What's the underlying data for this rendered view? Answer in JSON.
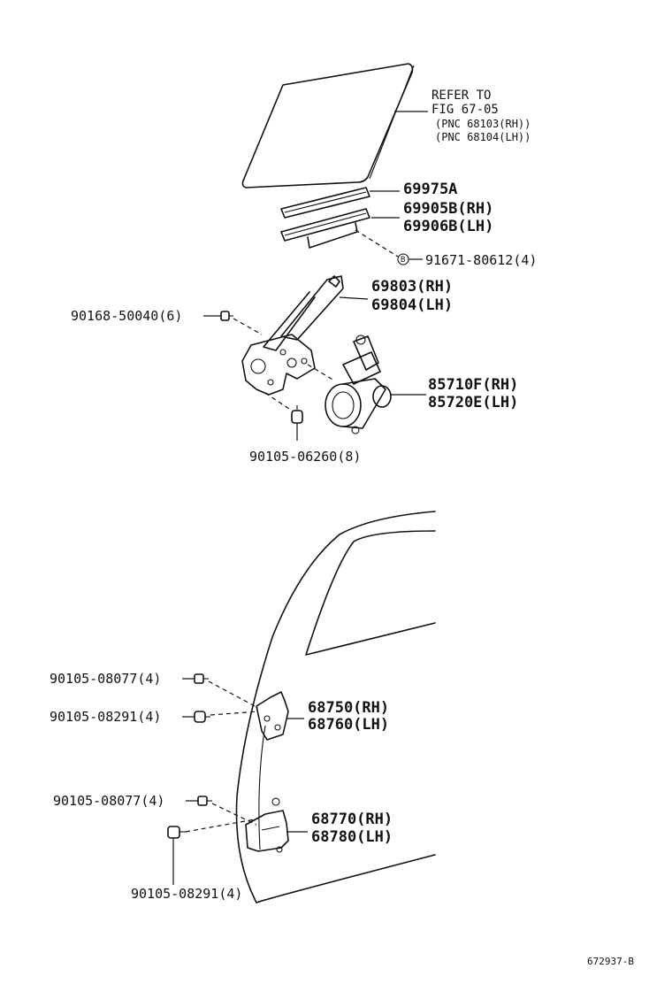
{
  "refer_note": {
    "line1": "REFER TO",
    "line2": "FIG 67-05",
    "line3": "(PNC 68103(RH))",
    "line4": "(PNC 68104(LH))"
  },
  "parts": {
    "channel_a": "69975A",
    "channel_rh": "69905B(RH)",
    "channel_lh": "69906B(LH)",
    "bolt_b_marker": "B",
    "bolt_b": "91671-80612(4)",
    "regulator_rh": "69803(RH)",
    "regulator_lh": "69804(LH)",
    "bolt_90168": "90168-50040(6)",
    "motor_rh": "85710F(RH)",
    "motor_lh": "85720E(LH)",
    "bolt_90105_06260": "90105-06260(8)",
    "bolt_upper_08077": "90105-08077(4)",
    "bolt_upper_08291": "90105-08291(4)",
    "hinge_upper_rh": "68750(RH)",
    "hinge_upper_lh": "68760(LH)",
    "bolt_lower_08077": "90105-08077(4)",
    "hinge_lower_rh": "68770(RH)",
    "hinge_lower_lh": "68780(LH)",
    "bolt_lower_08291": "90105-08291(4)"
  },
  "figure_code": "672937-B"
}
